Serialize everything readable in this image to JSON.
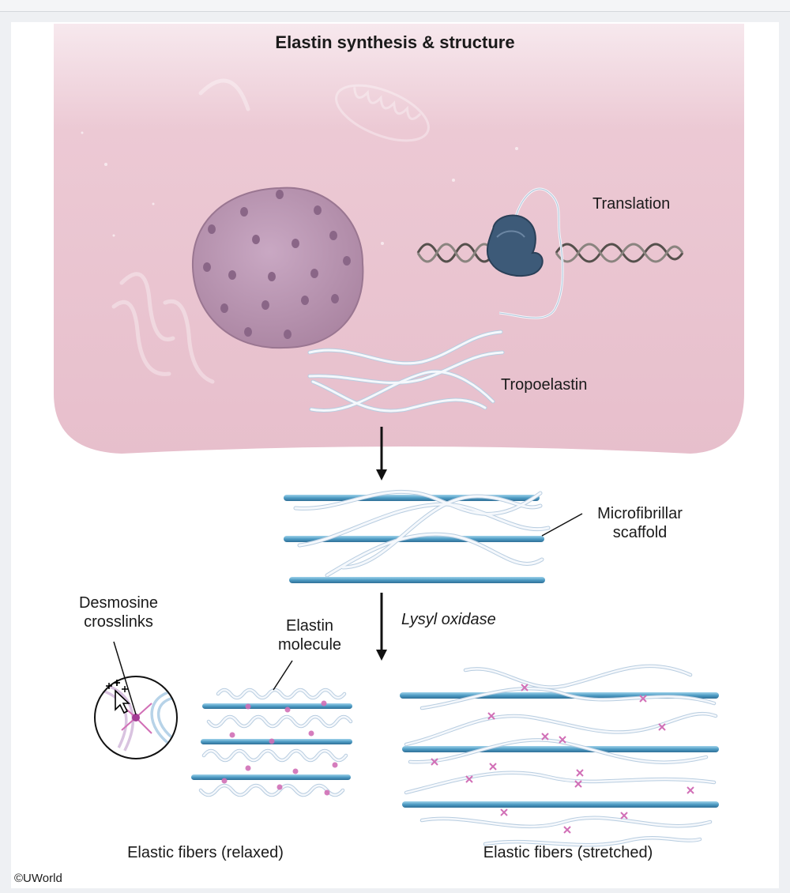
{
  "figure": {
    "title": "Elastin synthesis & structure",
    "labels": {
      "translation": "Translation",
      "tropoelastin": "Tropoelastin",
      "microfibrillar_line1": "Microfibrillar",
      "microfibrillar_line2": "scaffold",
      "lysyl_oxidase": "Lysyl oxidase",
      "desmosine_line1": "Desmosine",
      "desmosine_line2": "crosslinks",
      "elastin_line1": "Elastin",
      "elastin_line2": "molecule",
      "relaxed": "Elastic fibers (relaxed)",
      "stretched": "Elastic fibers (stretched)"
    },
    "copyright": "©UWorld"
  },
  "colors": {
    "cell": "#ecc9d4",
    "nucleus": "#b893b1",
    "nucleus_pores": "#8a6687",
    "ribosome": "#3d5a78",
    "mrna": "#55504c",
    "microfibril": "#4e9cc4",
    "elastin_strand": "#f5f8fc",
    "crosslink": "#d16fb6",
    "arrow": "#111111"
  },
  "icons": {
    "down_arrow": "down-arrow-icon",
    "cursor": "move-cursor-icon"
  }
}
